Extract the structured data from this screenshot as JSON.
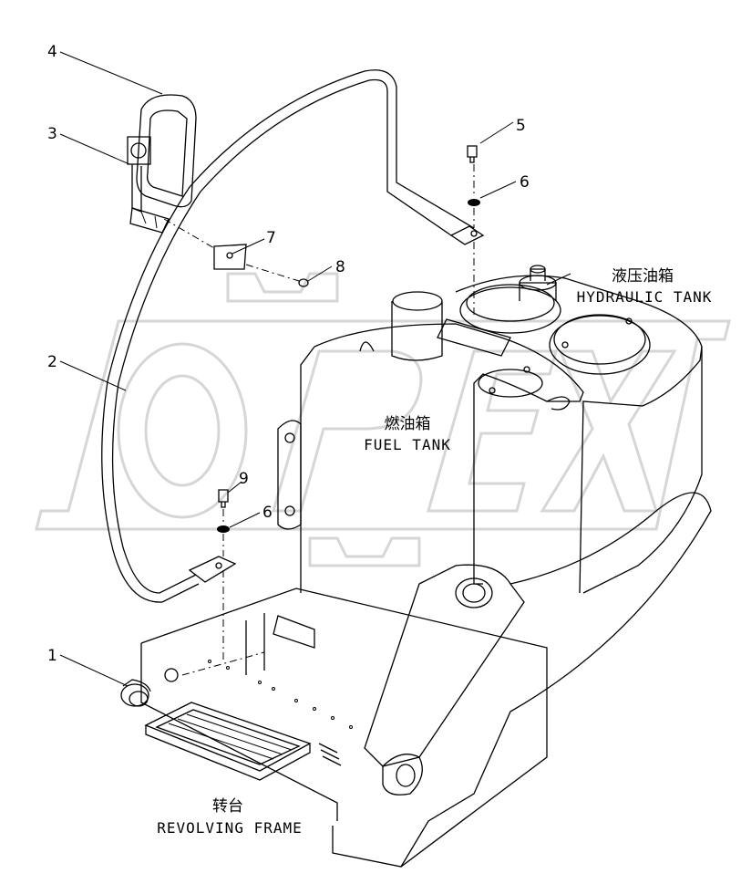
{
  "parts": [
    {
      "number": "1"
    },
    {
      "number": "2"
    },
    {
      "number": "3"
    },
    {
      "number": "4"
    },
    {
      "number": "5"
    },
    {
      "number": "6"
    },
    {
      "number": "6"
    },
    {
      "number": "7"
    },
    {
      "number": "8"
    },
    {
      "number": "9"
    }
  ],
  "components": {
    "hydraulic_tank": {
      "cn": "液压油箱",
      "en": "HYDRAULIC TANK"
    },
    "fuel_tank": {
      "cn": "燃油箱",
      "en": "FUEL TANK"
    },
    "revolving_frame": {
      "cn": "转台",
      "en": "REVOLVING FRAME"
    }
  }
}
